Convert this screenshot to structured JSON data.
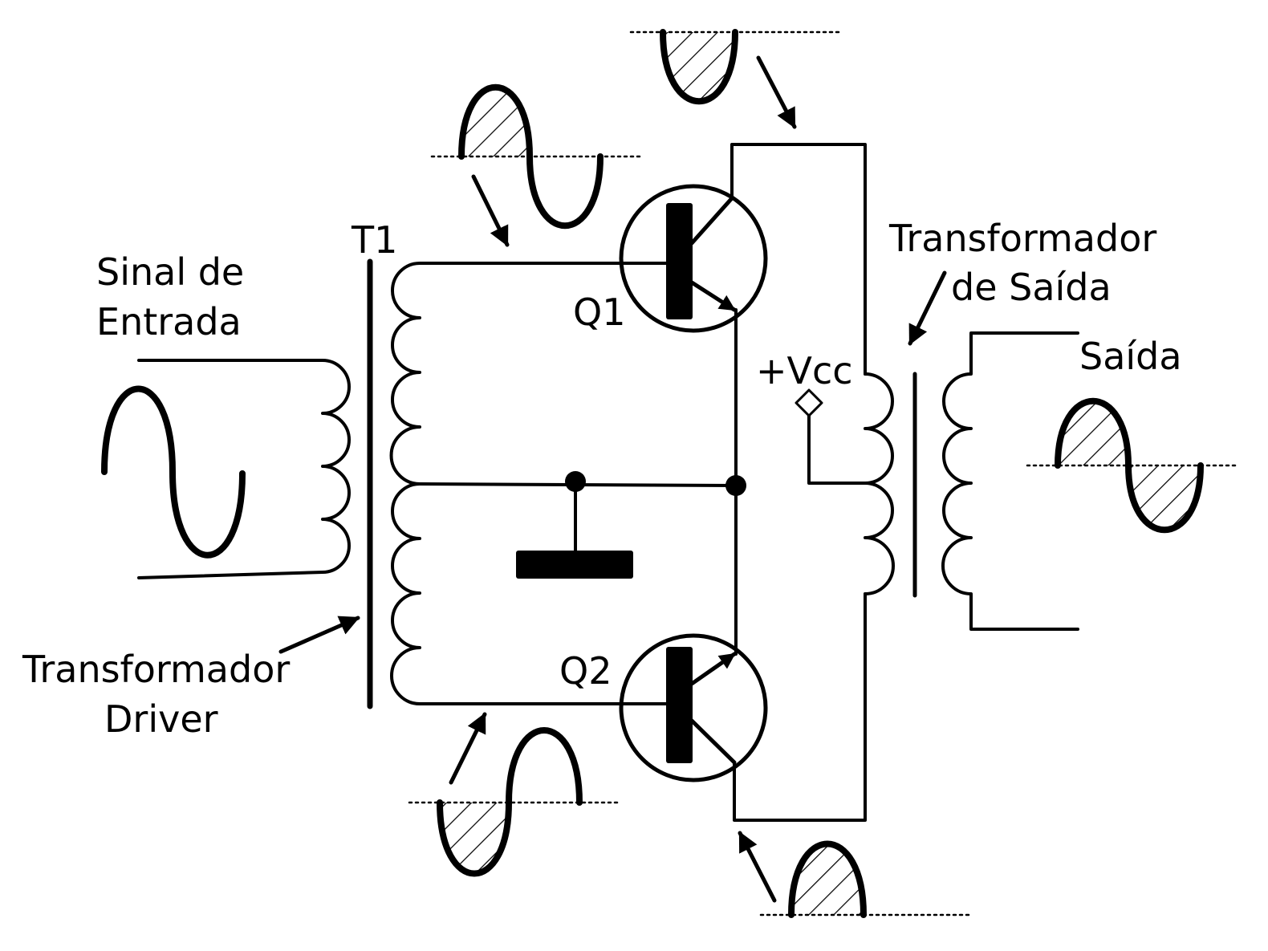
{
  "labels": {
    "input_signal": [
      "Sinal de",
      "Entrada"
    ],
    "t1": "T1",
    "driver_transformer": [
      "Transformador",
      "Driver"
    ],
    "q1": "Q1",
    "q2": "Q2",
    "vcc": "+Vcc",
    "output_transformer": [
      "Transformador",
      "de Saída"
    ],
    "output": "Saída"
  },
  "colors": {
    "ink": "#000000",
    "background": "#ffffff"
  }
}
